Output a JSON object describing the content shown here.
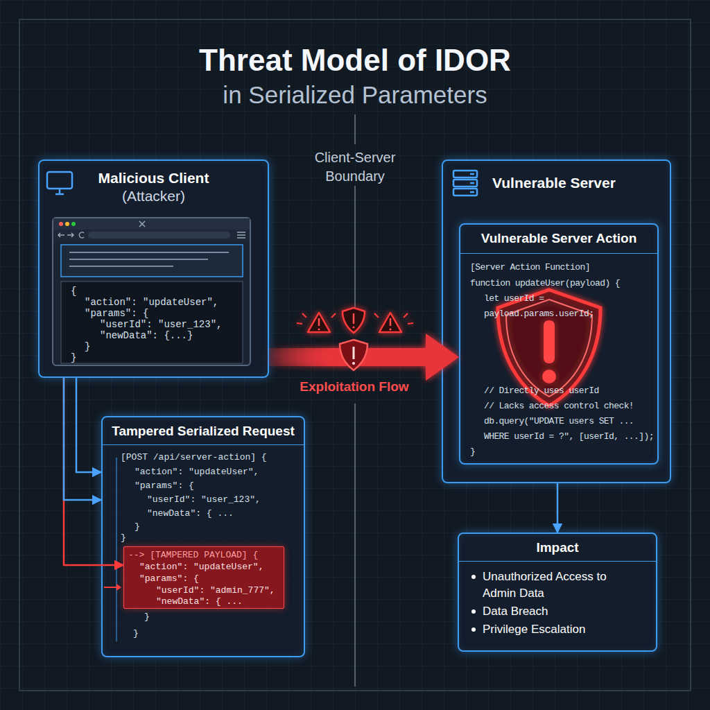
{
  "diagram": {
    "title": "Threat Model of IDOR",
    "nodes": [
      {
        "text": [
          "Malicious Client",
          "(Attacker)"
        ]
      },
      {
        "text": [
          "{",
          "\"action\": \"updateUser\",",
          "\"params\": {",
          "\"userId\": \"user_123\",",
          "\"newData\": {...}",
          "}",
          "}"
        ],
        "in": 0
      },
      {
        "text": [
          "Vulnerable Server"
        ]
      },
      {
        "text": [
          "Vulnerable Server Action",
          "[Server Action Function]",
          "function updateUser(payload) {",
          "let userId =",
          "payload.params.userId;",
          "// Directly uses userId",
          "// Lacks access control check!",
          "db.query(\"UPDATE users SET ...",
          "WHERE userId = ?\", [userId, ...]);",
          "}"
        ],
        "in": 2
      },
      {
        "text": [
          "Tampered Serialized Request",
          "[POST /api/server-action] {",
          "\"action\": \"updateUser\",",
          "\"params\": {",
          "\"userId\": \"user_123\",",
          "\"newData\": { ...",
          "}",
          "}",
          "}",
          "}"
        ]
      },
      {
        "text": [
          "--> [TAMPERED PAYLOAD] {",
          "\"action\": \"updateUser\",",
          "\"params\": {",
          "\"userId\": \"admin_777\",",
          "\"newData\": { ..."
        ],
        "in": 4
      },
      {
        "text": [
          "Impact",
          "Unauthorized Access to Admin Data",
          "Data Breach",
          "Privilege Escalation"
        ]
      }
    ],
    "edges": [
      {
        "from": 0,
        "to": 4,
        "arrow": "to"
      },
      {
        "from": 0,
        "to": 5,
        "arrow": "to"
      },
      {
        "from": 0,
        "to": 4,
        "arrow": "to"
      },
      {
        "from": 0,
        "to": 3,
        "label": "Exploitation Flow",
        "arrow": "to"
      },
      {
        "from": 2,
        "to": 6,
        "arrow": "to"
      }
    ],
    "labels": [
      "in Serialized Parameters",
      "Client-Server Boundary"
    ]
  }
}
